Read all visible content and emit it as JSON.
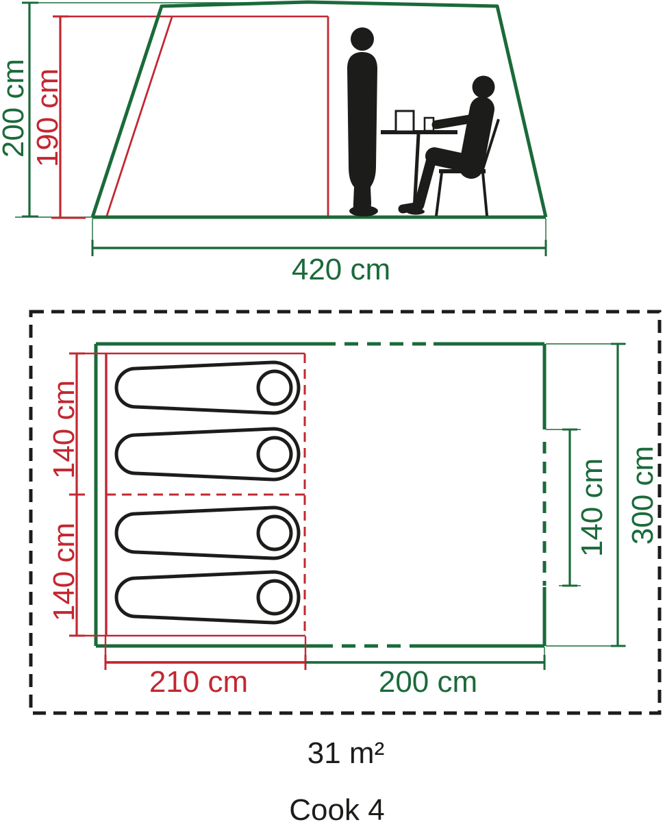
{
  "colors": {
    "green": "#1b6a3a",
    "red": "#c22731",
    "ink": "#1c1c1a",
    "background": "#ffffff"
  },
  "side_view": {
    "outer_height_label": "200 cm",
    "inner_height_label": "190 cm",
    "width_label": "420 cm"
  },
  "floor_plan": {
    "bedroom_depth_top_label": "140 cm",
    "bedroom_depth_bottom_label": "140 cm",
    "bedroom_width_label": "210 cm",
    "living_width_label": "200 cm",
    "door_width_label": "140 cm",
    "total_depth_label": "300 cm"
  },
  "footer": {
    "area_label": "31 m²",
    "model_name": "Cook 4"
  }
}
